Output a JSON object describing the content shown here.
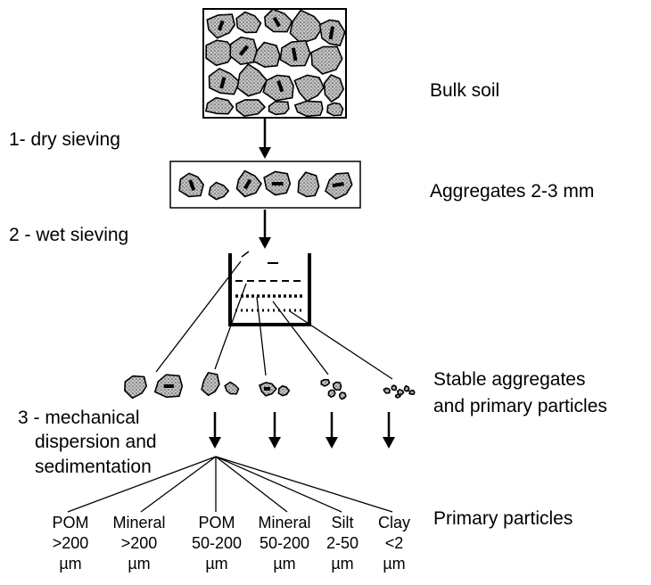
{
  "steps": {
    "bulk_soil": "Bulk soil",
    "dry_sieving": "1- dry sieving",
    "aggregates": "Aggregates 2-3 mm",
    "wet_sieving": "2 - wet sieving",
    "stable_line1": "Stable aggregates",
    "stable_line2": "and primary particles",
    "mech_line1": "3 - mechanical",
    "mech_line2": "dispersion and",
    "mech_line3": "sedimentation",
    "primary": "Primary particles"
  },
  "fractions": [
    {
      "name": "POM",
      "range": ">200",
      "unit": "µm"
    },
    {
      "name": "Mineral",
      "range": ">200",
      "unit": "µm"
    },
    {
      "name": "POM",
      "range": "50-200",
      "unit": "µm"
    },
    {
      "name": "Mineral",
      "range": "50-200",
      "unit": "µm"
    },
    {
      "name": "Silt",
      "range": "2-50",
      "unit": "µm"
    },
    {
      "name": "Clay",
      "range": "<2",
      "unit": "µm"
    }
  ],
  "colors": {
    "ink": "#000000",
    "fill": "#bdbdbd",
    "background": "#ffffff"
  }
}
